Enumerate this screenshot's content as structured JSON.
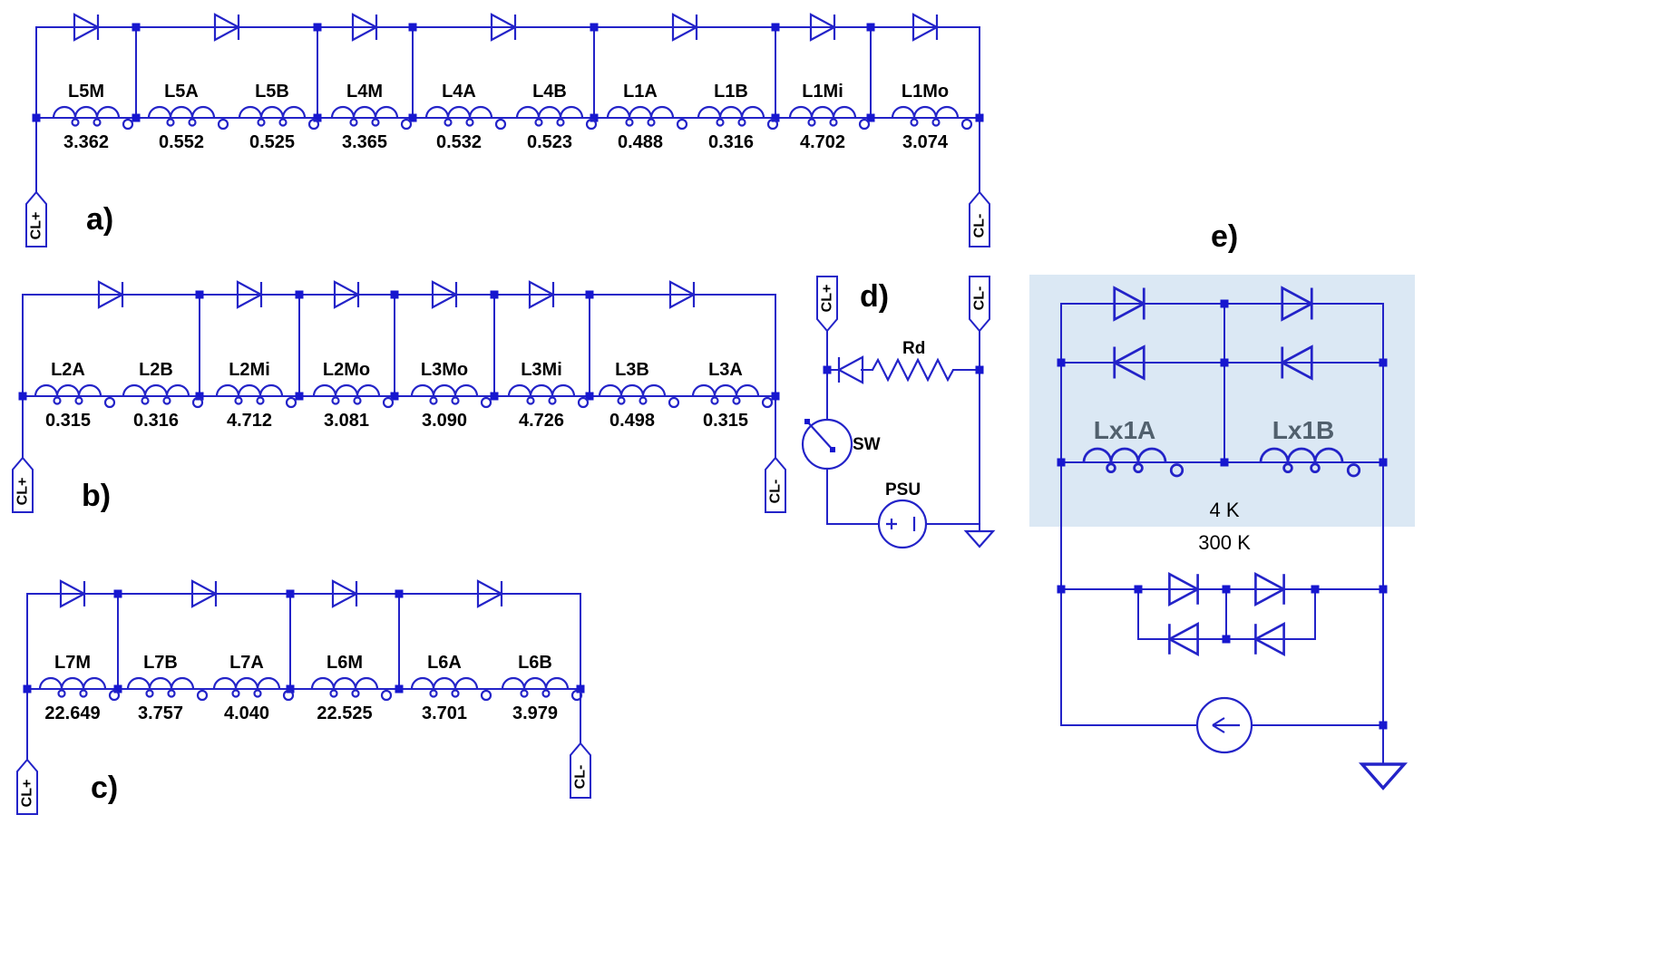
{
  "colors": {
    "wire": "#2323c8",
    "node": "#1717cf",
    "text": "#000000",
    "highlight": "#dbe8f4",
    "coil_label": "#51606d"
  },
  "icons": {
    "diode": "triangle-with-bar",
    "inductor": "coil-loops",
    "node": "filled-square",
    "ground": "open-triangle-down",
    "switch": "circle-with-lever",
    "psu": "circle-plus-bar",
    "current_source": "circle-left-arrow",
    "terminal": "pointed-flag"
  },
  "a": {
    "label": "a)",
    "cl_plus": "CL+",
    "cl_minus": "CL-",
    "inductors": [
      {
        "name": "L5M",
        "value": "3.362"
      },
      {
        "name": "L5A",
        "value": "0.552"
      },
      {
        "name": "L5B",
        "value": "0.525"
      },
      {
        "name": "L4M",
        "value": "3.365"
      },
      {
        "name": "L4A",
        "value": "0.532"
      },
      {
        "name": "L4B",
        "value": "0.523"
      },
      {
        "name": "L1A",
        "value": "0.488"
      },
      {
        "name": "L1B",
        "value": "0.316"
      },
      {
        "name": "L1Mi",
        "value": "4.702"
      },
      {
        "name": "L1Mo",
        "value": "3.074"
      }
    ]
  },
  "b": {
    "label": "b)",
    "cl_plus": "CL+",
    "cl_minus": "CL-",
    "inductors": [
      {
        "name": "L2A",
        "value": "0.315"
      },
      {
        "name": "L2B",
        "value": "0.316"
      },
      {
        "name": "L2Mi",
        "value": "4.712"
      },
      {
        "name": "L2Mo",
        "value": "3.081"
      },
      {
        "name": "L3Mo",
        "value": "3.090"
      },
      {
        "name": "L3Mi",
        "value": "4.726"
      },
      {
        "name": "L3B",
        "value": "0.498"
      },
      {
        "name": "L3A",
        "value": "0.315"
      }
    ]
  },
  "c": {
    "label": "c)",
    "cl_plus": "CL+",
    "cl_minus": "CL-",
    "inductors": [
      {
        "name": "L7M",
        "value": "22.649"
      },
      {
        "name": "L7B",
        "value": "3.757"
      },
      {
        "name": "L7A",
        "value": "4.040"
      },
      {
        "name": "L6M",
        "value": "22.525"
      },
      {
        "name": "L6A",
        "value": "3.701"
      },
      {
        "name": "L6B",
        "value": "3.979"
      }
    ]
  },
  "d": {
    "label": "d)",
    "cl_plus": "CL+",
    "cl_minus": "CL-",
    "resistor_label": "Rd",
    "switch_label": "SW",
    "psu_label": "PSU"
  },
  "e": {
    "label": "e)",
    "coil_a": "Lx1A",
    "coil_b": "Lx1B",
    "temp_cold": "4 K",
    "temp_warm": "300 K"
  }
}
